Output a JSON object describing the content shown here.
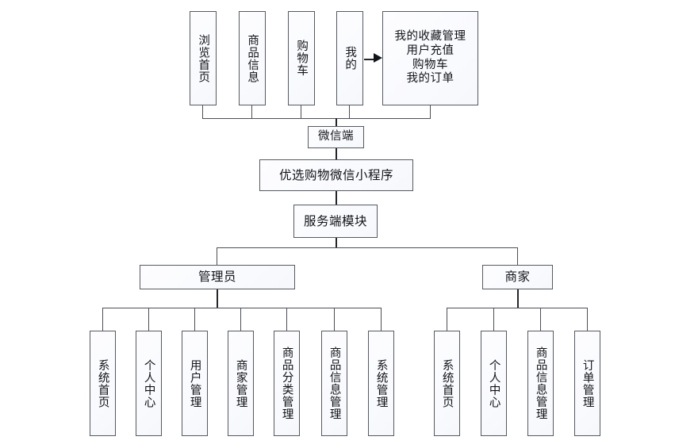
{
  "diagram": {
    "type": "system-functional-structure-tree",
    "title_present": false,
    "client": {
      "top_features": [
        {
          "label": "浏览首页"
        },
        {
          "label": "商品信息"
        },
        {
          "label": "购物车"
        },
        {
          "label": "我的"
        }
      ],
      "mine_detail": {
        "lines": "我的收藏管理\n用户充值\n购物车\n我的订单",
        "items": [
          "我的收藏管理",
          "用户充值",
          "购物车",
          "我的订单"
        ]
      },
      "client_node": "微信端"
    },
    "root": "优选购物微信小程序",
    "server_node": "服务端模块",
    "roles": [
      {
        "name": "管理员"
      },
      {
        "name": "商家"
      }
    ],
    "admin_modules": [
      {
        "label": "系统首页"
      },
      {
        "label": "个人中心"
      },
      {
        "label": "用户管理"
      },
      {
        "label": "商家管理"
      },
      {
        "label": "商品分类管理"
      },
      {
        "label": "商品信息管理"
      },
      {
        "label": "系统管理"
      }
    ],
    "merchant_modules": [
      {
        "label": "系统首页"
      },
      {
        "label": "个人中心"
      },
      {
        "label": "商品信息管理"
      },
      {
        "label": "订单管理"
      }
    ],
    "colors": {
      "box_border": "#555a60",
      "box_fill": "#f8fafd",
      "connector": "#4a4f55",
      "connector_thick": "#23262a",
      "text": "#111318",
      "background": "#ffffff"
    }
  }
}
